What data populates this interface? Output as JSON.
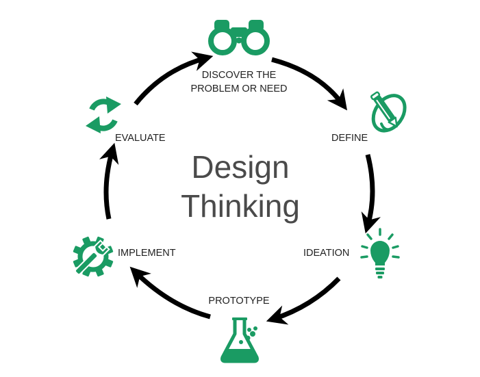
{
  "title": {
    "line1": "Design",
    "line2": "Thinking"
  },
  "stages": [
    {
      "id": "discover",
      "label_line1": "DISCOVER THE",
      "label_line2": "PROBLEM OR NEED",
      "icon": "binoculars-icon"
    },
    {
      "id": "define",
      "label": "DEFINE",
      "icon": "pencil-scroll-icon"
    },
    {
      "id": "ideation",
      "label": "IDEATION",
      "icon": "lightbulb-icon"
    },
    {
      "id": "prototype",
      "label": "PROTOTYPE",
      "icon": "flask-icon"
    },
    {
      "id": "implement",
      "label": "IMPLEMENT",
      "icon": "gear-wrench-icon"
    },
    {
      "id": "evaluate",
      "label": "EVALUATE",
      "icon": "refresh-arrows-icon"
    }
  ],
  "colors": {
    "icon": "#1a9b63",
    "arrow": "#000000",
    "label": "#222222",
    "title": "#4a4a4a"
  }
}
